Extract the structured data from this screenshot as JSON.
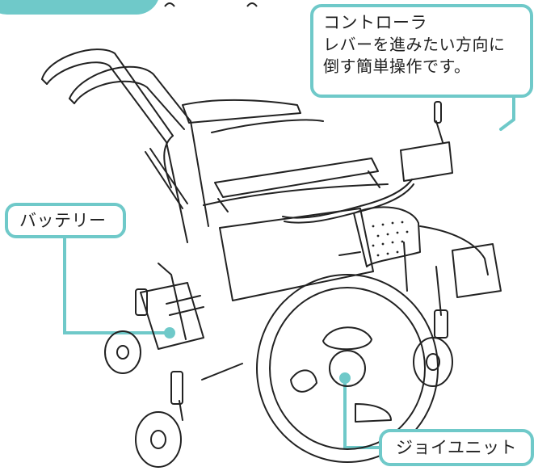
{
  "callouts": {
    "controller": {
      "title": "コントローラ",
      "description_line1": "レバーを進みたい方向に",
      "description_line2": "倒す簡単操作です。"
    },
    "battery": {
      "label": "バッテリー"
    },
    "joy_unit": {
      "label": "ジョイユニット"
    }
  },
  "colors": {
    "accent": "#6fc9c9",
    "line_art": "#222222",
    "text": "#1f1f1f",
    "background": "#ffffff"
  }
}
